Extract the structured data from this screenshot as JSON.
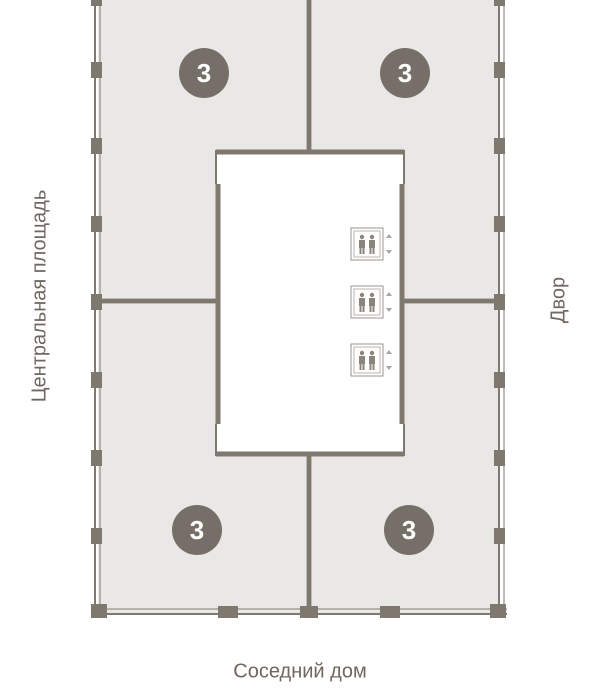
{
  "labels": {
    "left": "Центральная площадь",
    "right": "Двор",
    "bottom": "Соседний дом"
  },
  "apartments": [
    {
      "id": "top-left",
      "rooms": "3"
    },
    {
      "id": "top-right",
      "rooms": "3"
    },
    {
      "id": "bottom-left",
      "rooms": "3"
    },
    {
      "id": "bottom-right",
      "rooms": "3"
    }
  ],
  "elevators": {
    "count": 3,
    "icon": "elevator-icon"
  },
  "colors": {
    "fill": "#e9e8e6",
    "wall": "#7f786f",
    "badge": "#766f67",
    "badge_text": "#ffffff",
    "label": "#6e6860"
  }
}
